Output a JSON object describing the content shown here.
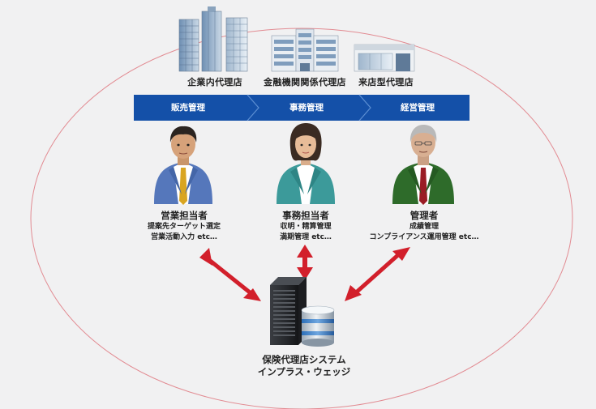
{
  "agencies": [
    {
      "label": "企業内代理店",
      "icon": "office-towers-icon"
    },
    {
      "label": "金融機関関係代理店",
      "icon": "bank-buildings-icon"
    },
    {
      "label": "来店型代理店",
      "icon": "storefront-icon"
    }
  ],
  "flow": {
    "color": "#1450a8",
    "steps": [
      "販売管理",
      "事務管理",
      "経営管理"
    ]
  },
  "roles": [
    {
      "title": "営業担当者",
      "tasks": [
        "提案先ターゲット選定",
        "営業活動入力 etc…"
      ],
      "suit_color": "#5577bb",
      "tie_color": "#d9a521"
    },
    {
      "title": "事務担当者",
      "tasks": [
        "収明・精算管理",
        "満期管理 etc…"
      ],
      "suit_color": "#3c9a9a",
      "tie_color": "#ffffff"
    },
    {
      "title": "管理者",
      "tasks": [
        "成績管理",
        "コンプライアンス運用管理 etc…"
      ],
      "suit_color": "#2e6b2a",
      "tie_color": "#9a1c25"
    }
  ],
  "system": {
    "name": "保険代理店システム",
    "product": "インプラス・ウェッジ",
    "icons": [
      "server-rack-icon",
      "database-icon"
    ]
  },
  "colors": {
    "arrow": "#d21f2b",
    "ellipse_stroke": "#e28b92",
    "background": "#f1f1f2"
  }
}
